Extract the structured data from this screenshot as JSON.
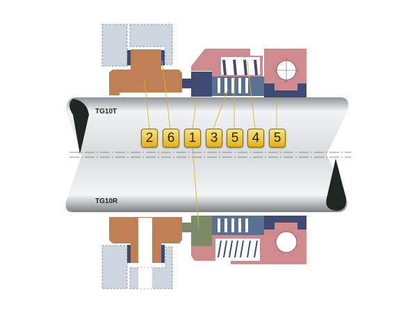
{
  "models": {
    "top": "TG10T",
    "bottom": "TG10R"
  },
  "part_labels": [
    "2",
    "6",
    "1",
    "3",
    "5",
    "4",
    "5"
  ],
  "colors": {
    "seat": "#bf7f55",
    "gland": "#cdd6df",
    "bellows": "#5a7196",
    "dark_blue": "#3e4a72",
    "housing": "#cf8a8e",
    "ring_rotary": "#7d8a68",
    "badge": "#f0c535",
    "leader": "#d9b42a"
  }
}
